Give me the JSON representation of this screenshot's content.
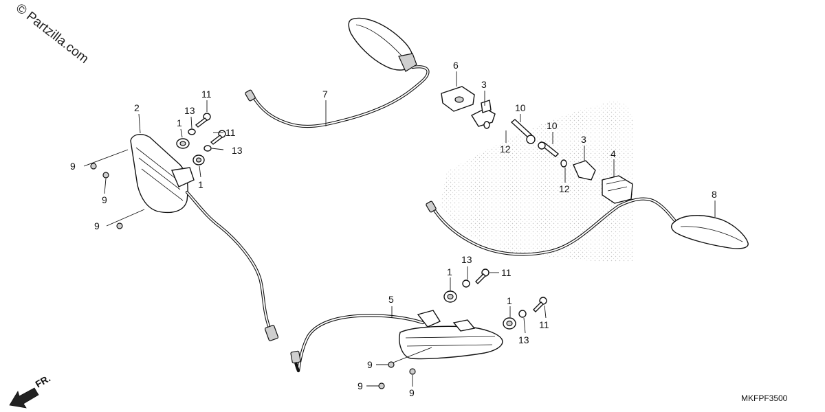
{
  "watermark": "© Partzilla.com",
  "diagram_code": "MKFPF3500",
  "front_arrow_label": "FR.",
  "callouts": {
    "c1": "1",
    "c2": "2",
    "c3": "3",
    "c4": "4",
    "c5": "5",
    "c6": "6",
    "c7": "7",
    "c8": "8",
    "c9": "9",
    "c10": "10",
    "c11": "11",
    "c12": "12",
    "c13": "13"
  }
}
